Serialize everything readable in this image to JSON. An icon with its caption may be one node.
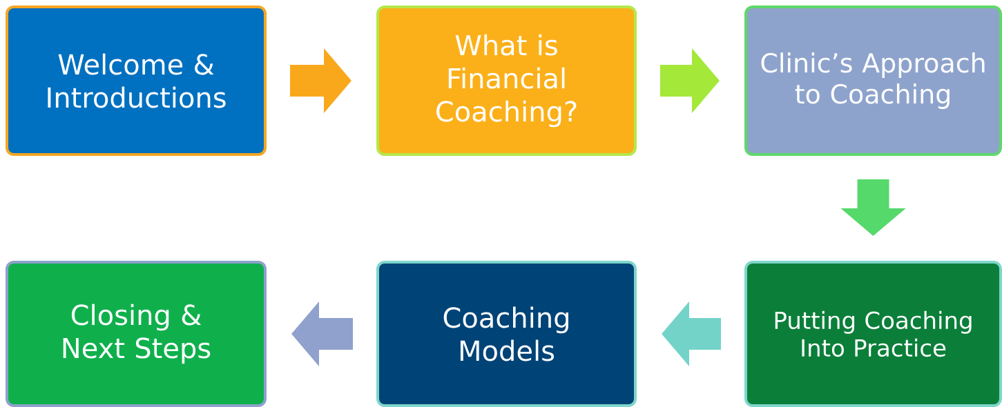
{
  "diagram": {
    "nodes": [
      {
        "text": [
          "Welcome & Introductions"
        ]
      },
      {
        "text": [
          "What is Financial Coaching?"
        ]
      },
      {
        "text": [
          "Clinic’s Approach to Coaching"
        ]
      },
      {
        "text": [
          "Putting Coaching Into Practice"
        ]
      },
      {
        "text": [
          "Coaching Models"
        ]
      },
      {
        "text": [
          "Closing & Next Steps"
        ]
      }
    ],
    "edges": [
      {
        "from": 0,
        "to": 1,
        "arrow": "to",
        "color": "#f9a81c"
      },
      {
        "from": 1,
        "to": 2,
        "arrow": "to",
        "color": "#a4e83a"
      },
      {
        "from": 2,
        "to": 3,
        "arrow": "to",
        "color": "#55d96b"
      },
      {
        "from": 3,
        "to": 4,
        "arrow": "to",
        "color": "#74d3c9"
      },
      {
        "from": 4,
        "to": 5,
        "arrow": "to",
        "color": "#8fa1cc"
      }
    ]
  }
}
